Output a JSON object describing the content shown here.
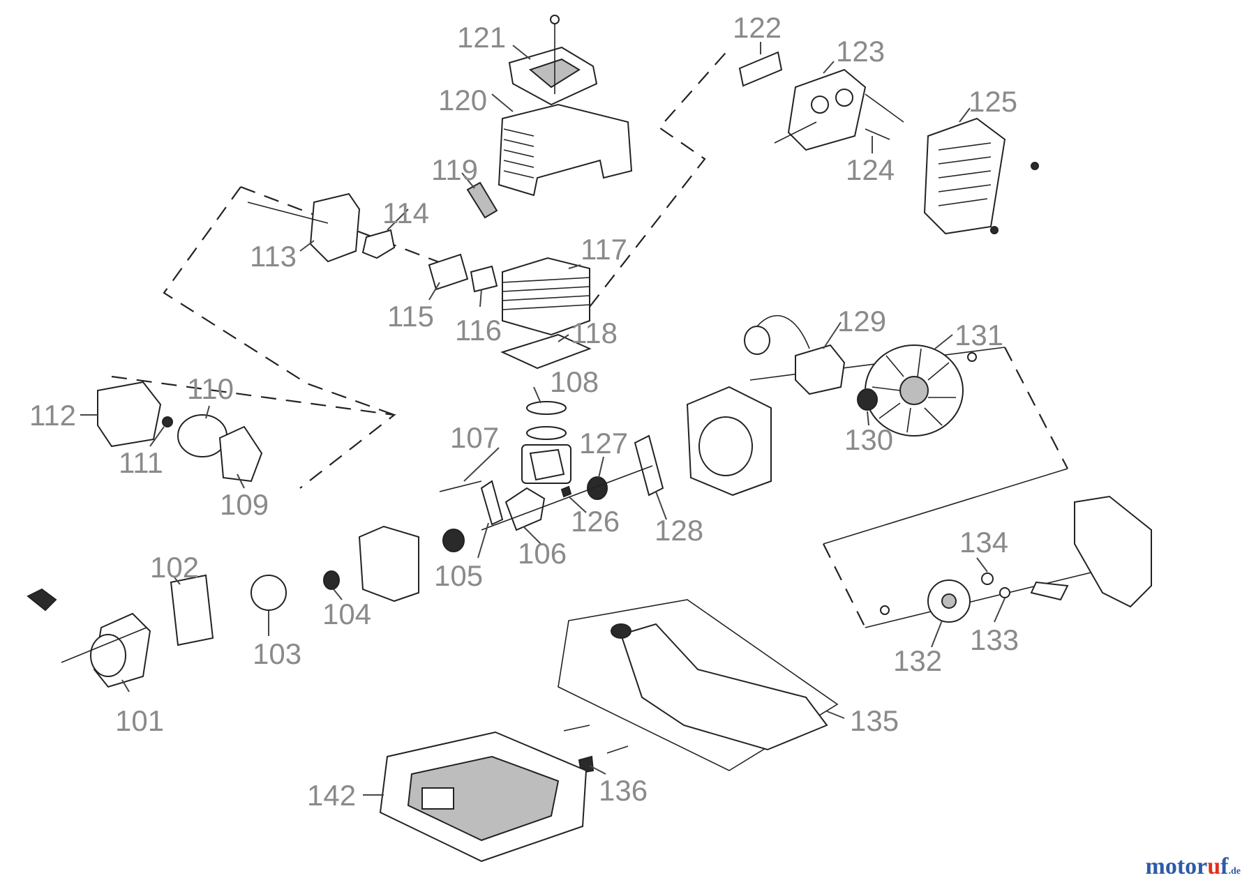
{
  "parts": [
    {
      "id": "121",
      "label": "121"
    },
    {
      "id": "120",
      "label": "120"
    },
    {
      "id": "122",
      "label": "122"
    },
    {
      "id": "123",
      "label": "123"
    },
    {
      "id": "125",
      "label": "125"
    },
    {
      "id": "124",
      "label": "124"
    },
    {
      "id": "119",
      "label": "119"
    },
    {
      "id": "114",
      "label": "114"
    },
    {
      "id": "113",
      "label": "113"
    },
    {
      "id": "117",
      "label": "117"
    },
    {
      "id": "115",
      "label": "115"
    },
    {
      "id": "116",
      "label": "116"
    },
    {
      "id": "118",
      "label": "118"
    },
    {
      "id": "129",
      "label": "129"
    },
    {
      "id": "131",
      "label": "131"
    },
    {
      "id": "108",
      "label": "108"
    },
    {
      "id": "110",
      "label": "110"
    },
    {
      "id": "112",
      "label": "112"
    },
    {
      "id": "111",
      "label": "111"
    },
    {
      "id": "107",
      "label": "107"
    },
    {
      "id": "127",
      "label": "127"
    },
    {
      "id": "130",
      "label": "130"
    },
    {
      "id": "109",
      "label": "109"
    },
    {
      "id": "126",
      "label": "126"
    },
    {
      "id": "128",
      "label": "128"
    },
    {
      "id": "106",
      "label": "106"
    },
    {
      "id": "134",
      "label": "134"
    },
    {
      "id": "102",
      "label": "102"
    },
    {
      "id": "105",
      "label": "105"
    },
    {
      "id": "104",
      "label": "104"
    },
    {
      "id": "133",
      "label": "133"
    },
    {
      "id": "103",
      "label": "103"
    },
    {
      "id": "132",
      "label": "132"
    },
    {
      "id": "101",
      "label": "101"
    },
    {
      "id": "135",
      "label": "135"
    },
    {
      "id": "136",
      "label": "136"
    },
    {
      "id": "142",
      "label": "142"
    }
  ],
  "watermark": {
    "main": "motor",
    "accent": "u",
    "rest": "f",
    "tld": ".de"
  }
}
